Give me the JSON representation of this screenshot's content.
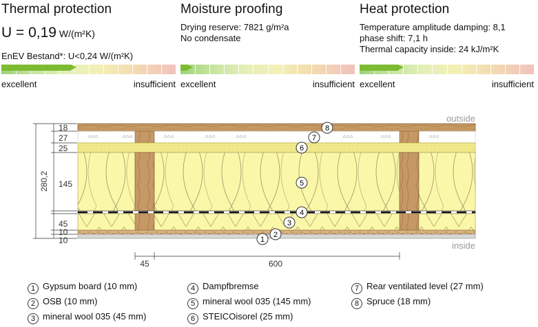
{
  "thermal": {
    "title": "Thermal protection",
    "u_label": "U = 0,19",
    "u_unit": " W/(m²K)",
    "reference": "EnEV Bestand*: U<0,24 W/(m²K)",
    "rating_fraction": 0.4,
    "left": "excellent",
    "right": "insufficient"
  },
  "moisture": {
    "title": "Moisture proofing",
    "line1": "Drying reserve: 7821 g/m²a",
    "line2": "No condensate",
    "rating_fraction": 0.04,
    "left": "excellent",
    "right": "insufficient"
  },
  "heat": {
    "title": "Heat protection",
    "line1": "Temperature amplitude damping: 8,1",
    "line2": "phase shift: 7,1 h",
    "line3": "Thermal capacity inside: 24 kJ/m²K",
    "rating_fraction": 0.22,
    "left": "excellent",
    "right": "insufficient"
  },
  "diagram": {
    "outside": "outside",
    "inside": "inside",
    "total": "280,2",
    "dims": [
      "18",
      "27",
      "25",
      "145",
      "45",
      "10",
      "10"
    ],
    "width_stud": "45",
    "width_spacing": "600",
    "markers": [
      "1",
      "2",
      "3",
      "4",
      "5",
      "6",
      "7",
      "8"
    ]
  },
  "legend": [
    {
      "n": "1",
      "label": "Gypsum board (10 mm)"
    },
    {
      "n": "2",
      "label": "OSB (10 mm)"
    },
    {
      "n": "3",
      "label": "mineral wool 035 (45 mm)"
    },
    {
      "n": "4",
      "label": "Dampfbremse"
    },
    {
      "n": "5",
      "label": "mineral wool 035 (145 mm)"
    },
    {
      "n": "6",
      "label": "STEICOisorel (25 mm)"
    },
    {
      "n": "7",
      "label": "Rear ventilated level (27 mm)"
    },
    {
      "n": "8",
      "label": "Spruce (18 mm)"
    }
  ],
  "colors": {
    "green": "#7dbb32",
    "wood": "#c89a63",
    "insulation": "#fbf7a8"
  }
}
